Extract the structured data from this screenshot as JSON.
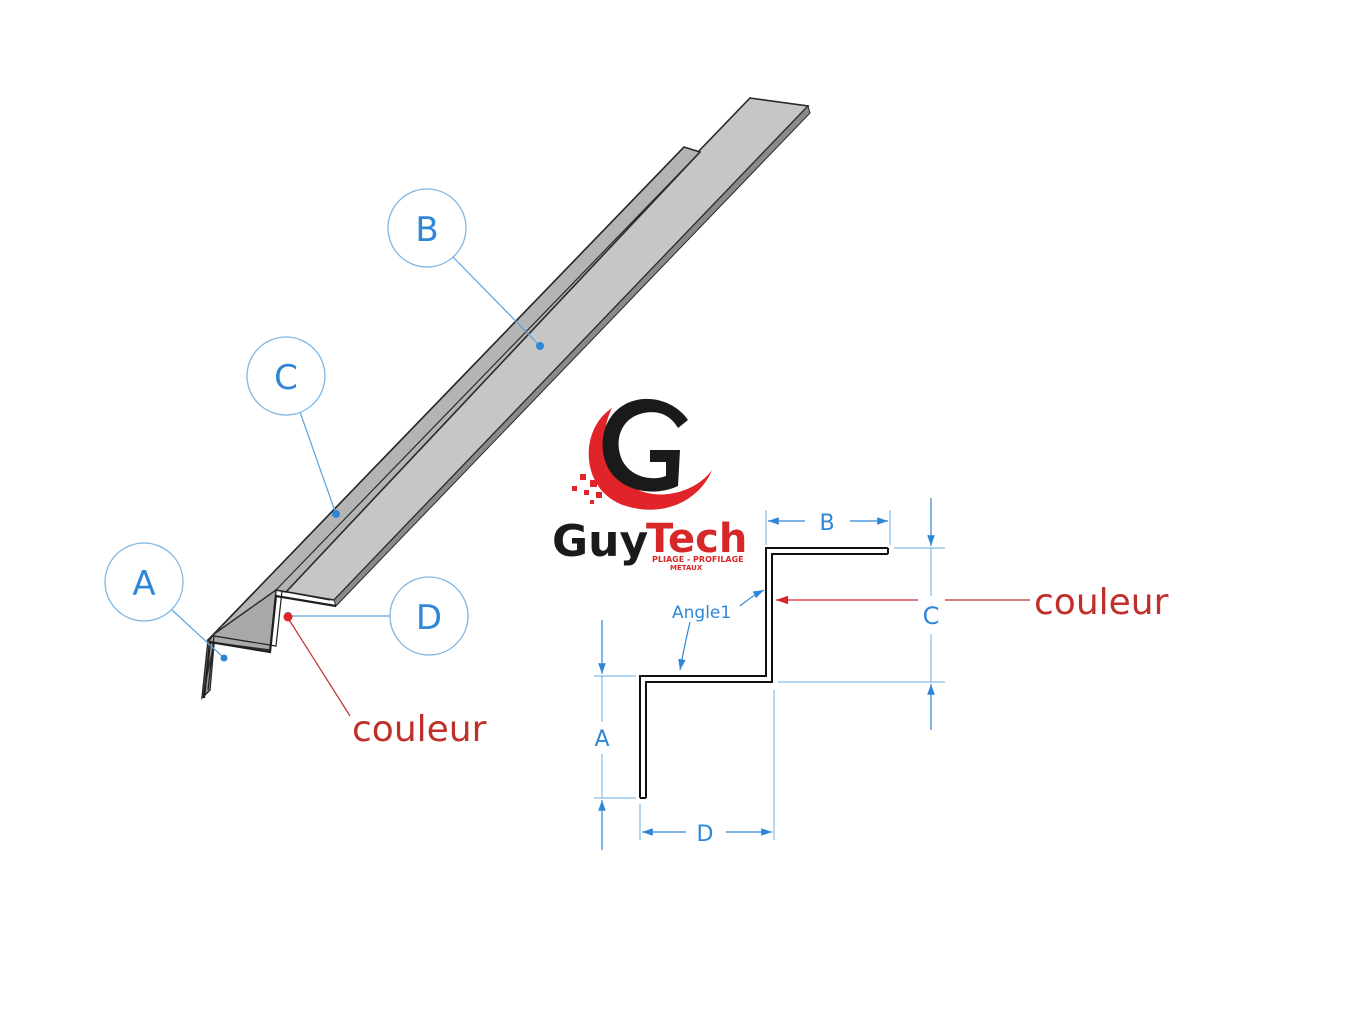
{
  "iso_view": {
    "bubbles": {
      "a": "A",
      "b": "B",
      "c": "C",
      "d": "D"
    },
    "color_callout": "couleur"
  },
  "logo": {
    "brand_part1": "Guy",
    "brand_part2": "Tech",
    "tagline_line1": "PLIAGE - PROFILAGE",
    "tagline_line2": "MÉTAUX",
    "icon": "g-logo-icon"
  },
  "section_view": {
    "dims": {
      "a": "A",
      "b": "B",
      "c": "C",
      "d": "D"
    },
    "angle_label": "Angle1",
    "color_callout": "couleur"
  },
  "colors": {
    "dimension_blue": "#2f86d6",
    "callout_red": "#c0302b",
    "brand_red": "#d62828",
    "brand_dark": "#1a1a1a",
    "metal_gray": "#c4c4c4"
  }
}
